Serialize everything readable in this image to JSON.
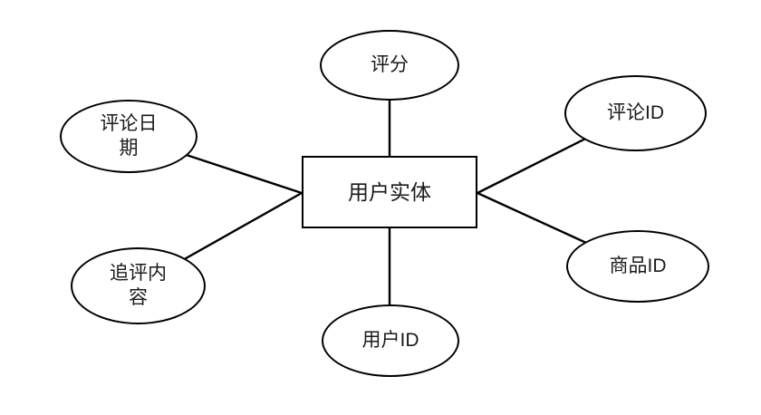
{
  "diagram": {
    "type": "entity-attribute-diagram",
    "entity": {
      "label": "用户实体"
    },
    "attributes": [
      {
        "id": "rating",
        "label": "评分",
        "position": "top"
      },
      {
        "id": "review-date",
        "label": "评论日\n期",
        "position": "upper-left"
      },
      {
        "id": "followup-content",
        "label": "追评内\n容",
        "position": "lower-left"
      },
      {
        "id": "review-id",
        "label": "评论ID",
        "position": "upper-right"
      },
      {
        "id": "product-id",
        "label": "商品ID",
        "position": "lower-right"
      },
      {
        "id": "user-id",
        "label": "用户ID",
        "position": "bottom"
      }
    ],
    "colors": {
      "stroke": "#000000",
      "node_fill": "#ffffff",
      "background": "#ffffff",
      "text": "#1a1a1a"
    }
  }
}
